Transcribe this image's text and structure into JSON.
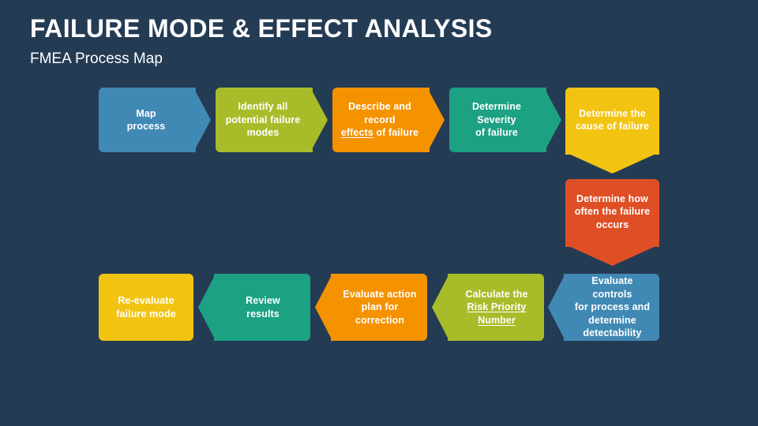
{
  "header": {
    "title": "FAILURE MODE & EFFECT ANALYSIS",
    "subtitle": "FMEA Process Map"
  },
  "palette": {
    "background": "#243b54",
    "blue": "#4189b5",
    "olive": "#a8bc2a",
    "orange": "#f49200",
    "teal": "#1ca183",
    "yellow": "#f2c411",
    "red_orange": "#df4f25",
    "text": "#ffffff"
  },
  "diagram": {
    "type": "process-flow",
    "direction_row1": "left-to-right",
    "direction_row2": "right-to-left",
    "steps": [
      {
        "index": 1,
        "id": "map-process",
        "text": "Map process",
        "lines": [
          "Map",
          "process"
        ],
        "color": "#4189b5",
        "arrow": "right",
        "row": 1
      },
      {
        "index": 2,
        "id": "identify-failure-modes",
        "text": "Identify all potential failure modes",
        "lines": [
          "Identify all",
          "potential failure",
          "modes"
        ],
        "color": "#a8bc2a",
        "arrow": "right",
        "row": 1
      },
      {
        "index": 3,
        "id": "describe-effects",
        "text": "Describe and record effects of failure",
        "lines": [
          "Describe and record",
          "effects of failure"
        ],
        "underline": "effects",
        "color": "#f49200",
        "arrow": "right",
        "row": 1
      },
      {
        "index": 4,
        "id": "determine-severity",
        "text": "Determine Severity of failure",
        "lines": [
          "Determine Severity",
          "of failure"
        ],
        "color": "#1ca183",
        "arrow": "right",
        "row": 1
      },
      {
        "index": 5,
        "id": "determine-cause",
        "text": "Determine the cause of failure",
        "lines": [
          "Determine the",
          "cause of failure"
        ],
        "color": "#f2c411",
        "arrow": "down",
        "row": 1
      },
      {
        "index": 6,
        "id": "determine-frequency",
        "text": "Determine how often the failure occurs",
        "lines": [
          "Determine how",
          "often the failure",
          "occurs"
        ],
        "color": "#df4f25",
        "arrow": "down",
        "row": 2
      },
      {
        "index": 7,
        "id": "evaluate-controls",
        "text": "Evaluate controls for process and determine detectability",
        "lines": [
          "Evaluate controls",
          "for process and",
          "determine",
          "detectability"
        ],
        "color": "#4189b5",
        "arrow": "left",
        "row": 3
      },
      {
        "index": 8,
        "id": "calculate-rpn",
        "text": "Calculate the Risk Priority Number",
        "lines": [
          "Calculate the",
          "Risk Priority",
          "Number"
        ],
        "underline": "Risk Priority Number",
        "color": "#a8bc2a",
        "arrow": "left",
        "row": 3
      },
      {
        "index": 9,
        "id": "evaluate-action-plan",
        "text": "Evaluate action plan for correction",
        "lines": [
          "Evaluate action",
          "plan for",
          "correction"
        ],
        "color": "#f49200",
        "arrow": "left",
        "row": 3
      },
      {
        "index": 10,
        "id": "review-results",
        "text": "Review results",
        "lines": [
          "Review",
          "results"
        ],
        "color": "#1ca183",
        "arrow": "left",
        "row": 3
      },
      {
        "index": 11,
        "id": "re-evaluate-failure-mode",
        "text": "Re-evaluate failure mode",
        "lines": [
          "Re-evaluate",
          "failure mode"
        ],
        "color": "#f2c411",
        "arrow": "none",
        "row": 3
      }
    ]
  }
}
